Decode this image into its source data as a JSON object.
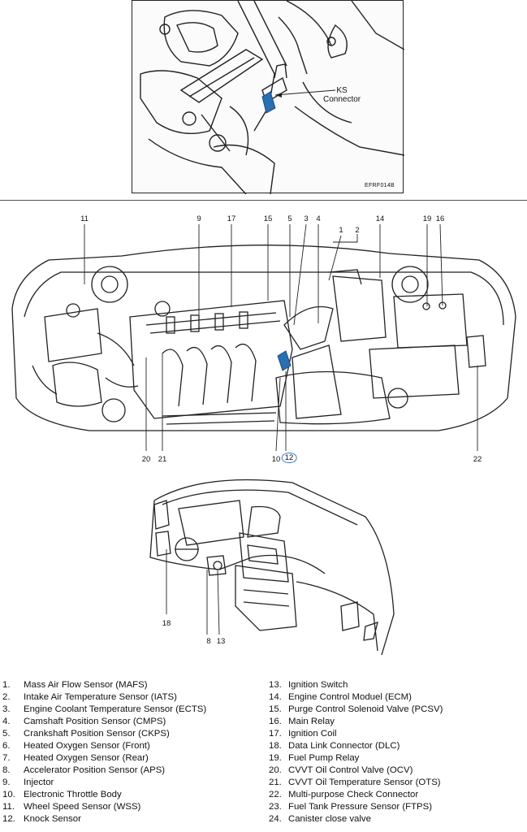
{
  "inset": {
    "connector_label": "KS\nConnector",
    "drawing_code": "EFRF014B"
  },
  "engine_callouts": [
    {
      "id": "c11",
      "text": "11"
    },
    {
      "id": "c9",
      "text": "9"
    },
    {
      "id": "c17",
      "text": "17"
    },
    {
      "id": "c15",
      "text": "15"
    },
    {
      "id": "c5",
      "text": "5"
    },
    {
      "id": "c3",
      "text": "3"
    },
    {
      "id": "c4",
      "text": "4"
    },
    {
      "id": "c14",
      "text": "14"
    },
    {
      "id": "c19",
      "text": "19"
    },
    {
      "id": "c16",
      "text": "16"
    },
    {
      "id": "c1",
      "text": "1"
    },
    {
      "id": "c2",
      "text": "2"
    },
    {
      "id": "c20",
      "text": "20"
    },
    {
      "id": "c21",
      "text": "21"
    },
    {
      "id": "c10",
      "text": "10"
    },
    {
      "id": "c12",
      "text": "12"
    },
    {
      "id": "c22",
      "text": "22"
    }
  ],
  "dash_callouts": [
    {
      "id": "c18",
      "text": "18"
    },
    {
      "id": "c8",
      "text": "8"
    },
    {
      "id": "c13",
      "text": "13"
    }
  ],
  "legend_left": [
    {
      "n": "1.",
      "label": "Mass Air Flow Sensor (MAFS)"
    },
    {
      "n": "2.",
      "label": "Intake Air Temperature Sensor (IATS)"
    },
    {
      "n": "3.",
      "label": "Engine Coolant Temperature Sensor (ECTS)"
    },
    {
      "n": "4.",
      "label": "Camshaft Position Sensor (CMPS)"
    },
    {
      "n": "5.",
      "label": "Crankshaft Position Sensor (CKPS)"
    },
    {
      "n": "6.",
      "label": "Heated Oxygen Sensor (Front)"
    },
    {
      "n": "7.",
      "label": "Heated Oxygen Sensor (Rear)"
    },
    {
      "n": "8.",
      "label": "Accelerator Position Sensor (APS)"
    },
    {
      "n": "9.",
      "label": "Injector"
    },
    {
      "n": "10.",
      "label": "Electronic Throttle Body"
    },
    {
      "n": "11.",
      "label": "Wheel Speed Sensor (WSS)"
    },
    {
      "n": "12.",
      "label": "Knock Sensor"
    }
  ],
  "legend_right": [
    {
      "n": "13.",
      "label": "Ignition Switch"
    },
    {
      "n": "14.",
      "label": "Engine Control Moduel (ECM)"
    },
    {
      "n": "15.",
      "label": "Purge Control Solenoid Valve (PCSV)"
    },
    {
      "n": "16.",
      "label": "Main Relay"
    },
    {
      "n": "17.",
      "label": "Ignition Coil"
    },
    {
      "n": "18.",
      "label": "Data Link Connector (DLC)"
    },
    {
      "n": "19.",
      "label": "Fuel Pump Relay"
    },
    {
      "n": "20.",
      "label": "CVVT Oil Control Valve (OCV)"
    },
    {
      "n": "21.",
      "label": "CVVT Oil Temperature Sensor (OTS)"
    },
    {
      "n": "22.",
      "label": "Multi-purpose Check Connector"
    },
    {
      "n": "23.",
      "label": "Fuel Tank Pressure Sensor (FTPS)"
    },
    {
      "n": "24.",
      "label": "Canister close valve"
    }
  ],
  "colors": {
    "ks_connector": "#2a6fb0",
    "circle_mark": "#3a7fc4",
    "line": "#222222"
  }
}
